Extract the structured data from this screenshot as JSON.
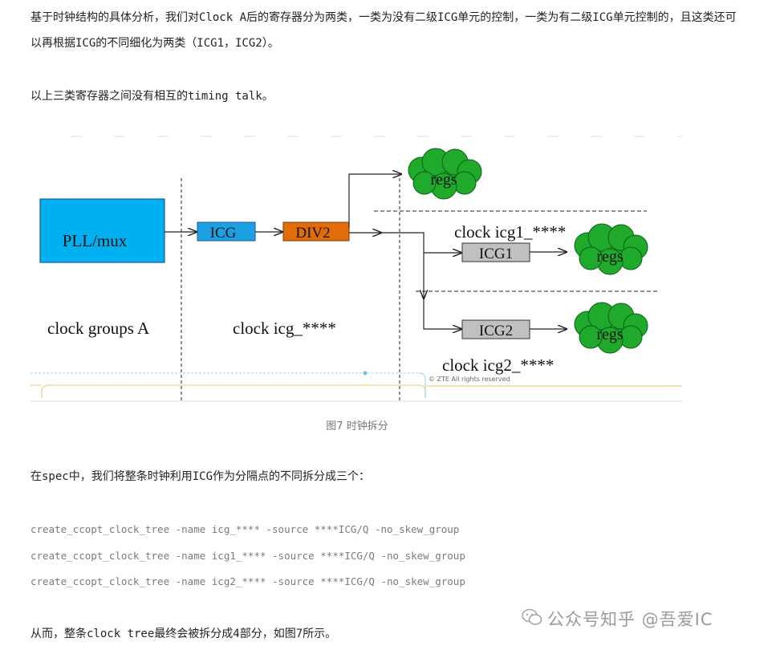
{
  "article": {
    "paragraph1": "基于时钟结构的具体分析，我们对Clock A后的寄存器分为两类，一类为没有二级ICG单元的控制，一类为有二级ICG单元控制的，且这类还可以再根据ICG的不同细化为两类（ICG1，ICG2）。",
    "paragraph2": "以上三类寄存器之间没有相互的timing talk。",
    "paragraph3": "在spec中，我们将整条时钟利用ICG作为分隔点的不同拆分成三个：",
    "code_lines": [
      "create_ccopt_clock_tree -name icg_**** -source ****ICG/Q -no_skew_group",
      "create_ccopt_clock_tree -name icg1_**** -source ****ICG/Q -no_skew_group",
      "create_ccopt_clock_tree -name icg2_**** -source ****ICG/Q -no_skew_group"
    ],
    "paragraph4": "从而，整条clock tree最终会被拆分成4部分，如图7所示。"
  },
  "figure": {
    "caption": "图7 时钟拆分",
    "blocks": {
      "pll": "PLL/mux",
      "icg": "ICG",
      "div2": "DIV2",
      "icg1": "ICG1",
      "icg2": "ICG2"
    },
    "clouds": [
      "regs",
      "regs",
      "regs"
    ],
    "labels": {
      "group_a": "clock groups A",
      "icg_tree": "clock icg_****",
      "icg1_tree": "clock icg1_****",
      "icg2_tree": "clock icg2_****",
      "copyright": "© ZTE All rights reserved"
    },
    "colors": {
      "pll_fill": "#00B0F0",
      "icg_fill": "#1BA1E2",
      "div2_fill": "#E36C0A",
      "icg12_fill": "#C0C0C0",
      "cloud_fill": "#1FAA2C"
    }
  },
  "watermark": "公众号知乎 @吾爱IC"
}
